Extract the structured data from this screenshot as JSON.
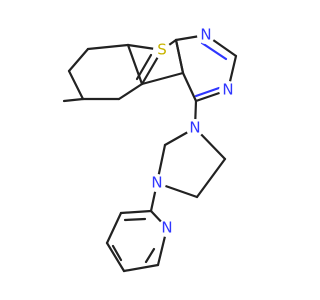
{
  "molecule": {
    "atoms": {
      "sulfur": "S",
      "n_pyrimidine_top": "N",
      "n_pyrimidine_right": "N",
      "n_piperazine_top": "N",
      "n_piperazine_bottom": "N",
      "n_pyridine": "N"
    },
    "colors": {
      "bond": "#222222",
      "nitrogen": "#2f36ff",
      "sulfur": "#c8b400",
      "background": "#ffffff"
    }
  }
}
